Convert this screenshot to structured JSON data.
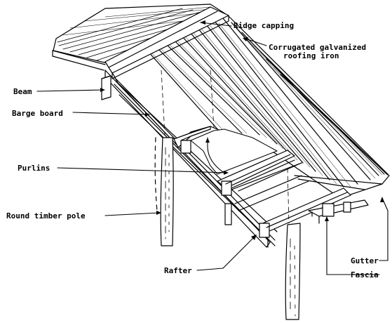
{
  "labels": {
    "ridge_capping": "Ridge capping",
    "roofing_line1": "Corrugated galvanized",
    "roofing_line2": "roofing iron",
    "beam": "Beam",
    "barge_board": "Barge board",
    "purlins": "Purlins",
    "round_timber_pole": "Round timber pole",
    "rafter": "Rafter",
    "gutter": "Gutter",
    "fascia": "Fascia"
  },
  "colors": {
    "ink": "#000000",
    "paper": "#ffffff"
  }
}
